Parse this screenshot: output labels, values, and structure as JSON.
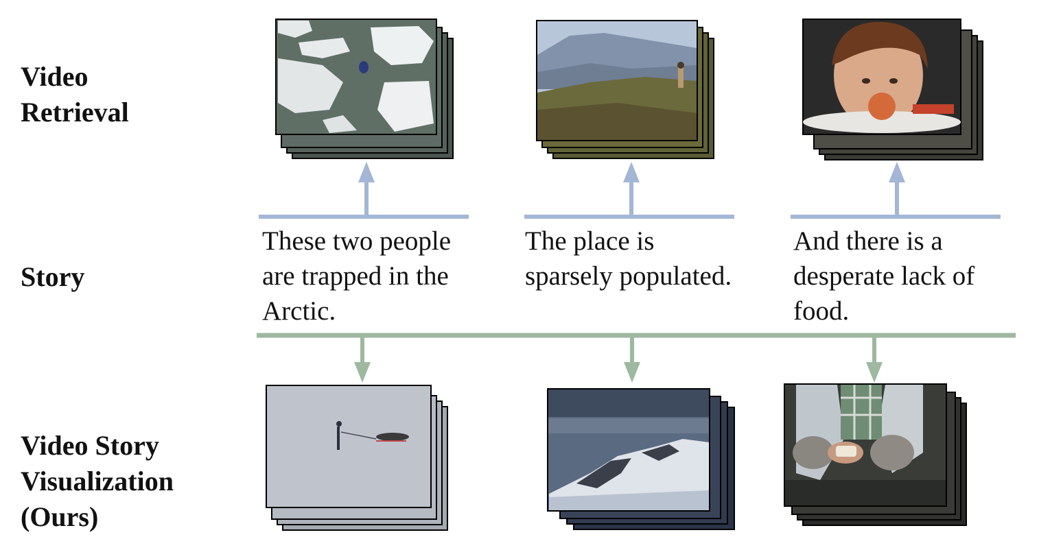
{
  "labels": {
    "video_retrieval": "Video\nRetrieval",
    "story": "Story",
    "video_story_visualization": "Video Story\nVisualization\n(Ours)"
  },
  "story_sentences": [
    "These two people\nare trapped in the\nArctic.",
    "The place is\nsparsely populated.",
    "And there is a\ndesperate lack of\nfood."
  ],
  "retrieval_frames": [
    {
      "scene": "icy-water-with-floating-ice-and-kayak",
      "colors": [
        "#5f6f66",
        "#e6e9ea"
      ]
    },
    {
      "scene": "hillside-with-mountains-and-standing-person",
      "colors": [
        "#8f9fb8",
        "#6b6a3c"
      ]
    },
    {
      "scene": "child-looking-at-plate-with-tomato",
      "colors": [
        "#2a2a2a",
        "#b86a3c"
      ]
    }
  ],
  "ours_frames": [
    {
      "scene": "snowfield-with-person-pulling-sled",
      "colors": [
        "#bfc4cc",
        "#2a3040"
      ]
    },
    {
      "scene": "snowy-mountain-under-cloudy-sky",
      "colors": [
        "#5a6a80",
        "#dfe3ea"
      ]
    },
    {
      "scene": "hands-breaking-bread-in-winter-clothes",
      "colors": [
        "#3a3c38",
        "#c0c7cc"
      ]
    }
  ],
  "colors": {
    "retrieval_arrow": "#a3b6d5",
    "ours_arrow": "#9fb8a0"
  }
}
